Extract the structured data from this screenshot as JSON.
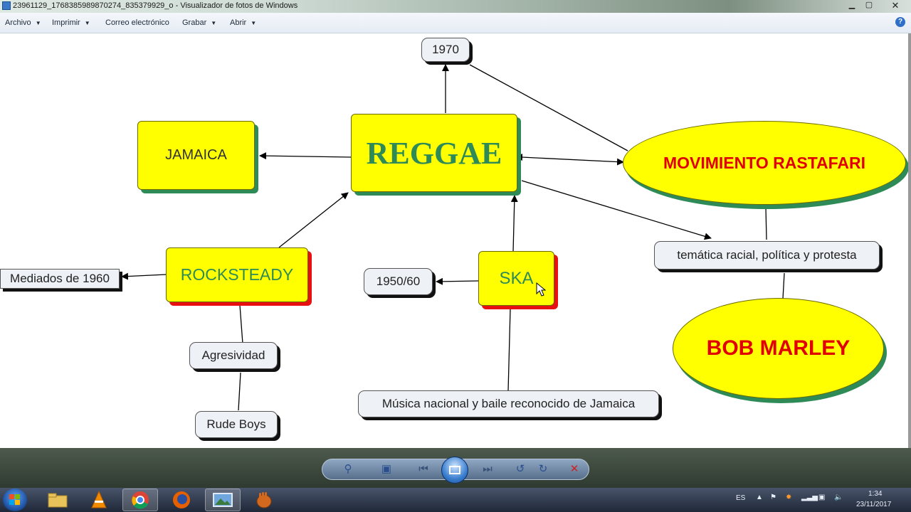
{
  "window": {
    "title": "23961129_1768385989870274_835379929_o - Visualizador de fotos de Windows",
    "controls": {
      "minimize": "▁",
      "maximize": "▢",
      "close": "✕"
    }
  },
  "menu": {
    "archivo": "Archivo",
    "imprimir": "Imprimir",
    "correo": "Correo electrónico",
    "grabar": "Grabar",
    "abrir": "Abrir",
    "help": "?"
  },
  "concept_map": {
    "reggae": "REGGAE",
    "jamaica": "JAMAICA",
    "year_1970": "1970",
    "movimiento": "MOVIMIENTO RASTAFARI",
    "tematica": "temática racial, política y protesta",
    "bob_marley": "BOB MARLEY",
    "rocksteady": "ROCKSTEADY",
    "mediados": "Mediados de 1960",
    "agresividad": "Agresividad",
    "rude_boys": "Rude Boys",
    "ska": "SKA",
    "year_1950": "1950/60",
    "musica": "Música nacional y baile reconocido de Jamaica"
  },
  "taskbar": {
    "language": "ES",
    "time": "1:34",
    "date": "23/11/2017"
  },
  "colors": {
    "node_fill": "#ffff00",
    "reggae_text": "#2e8b57",
    "rasta_text": "#e00000",
    "shadow_green": "#2e8b57",
    "shadow_red": "#e81010"
  }
}
